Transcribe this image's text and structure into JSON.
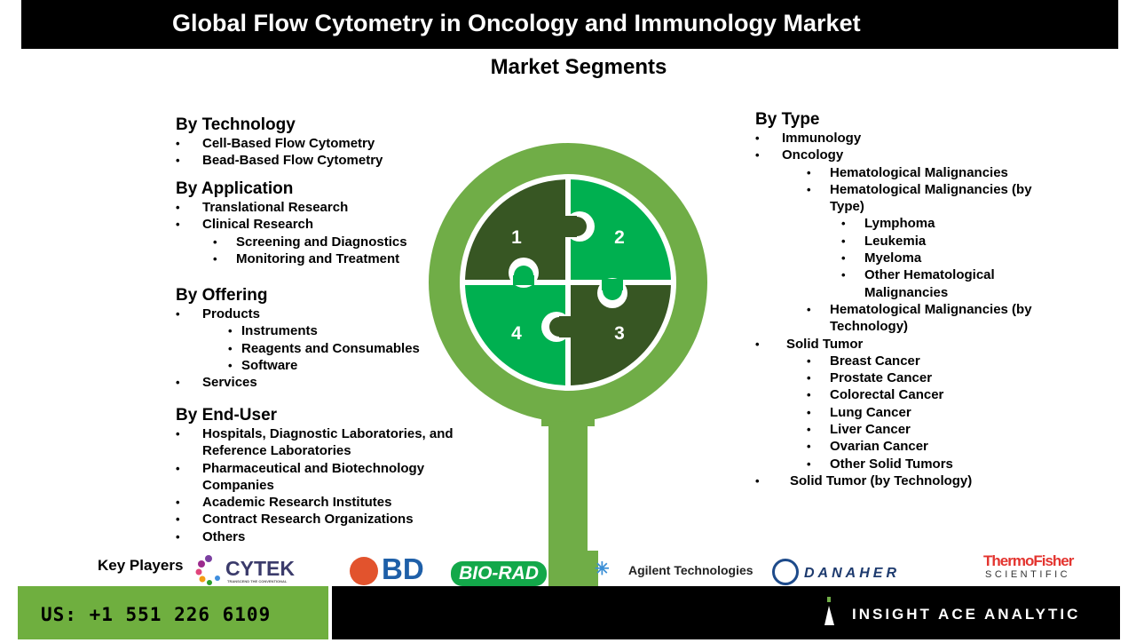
{
  "title": "Global Flow Cytometry in Oncology and Immunology Market",
  "subtitle": "Market Segments",
  "left_sections": [
    {
      "heading": "By Technology",
      "items": [
        {
          "l": 0,
          "t": "Cell-Based Flow Cytometry"
        },
        {
          "l": 0,
          "t": "Bead-Based Flow Cytometry"
        }
      ]
    },
    {
      "heading": "By Application",
      "items": [
        {
          "l": 0,
          "t": "Translational Research"
        },
        {
          "l": 0,
          "t": "Clinical Research"
        },
        {
          "l": 1,
          "t": "Screening and Diagnostics"
        },
        {
          "l": 1,
          "t": "Monitoring and Treatment"
        }
      ]
    },
    {
      "heading": "By Offering",
      "items": [
        {
          "l": 0,
          "t": "Products"
        },
        {
          "l": 2,
          "t": "Instruments"
        },
        {
          "l": 2,
          "t": "Reagents and Consumables"
        },
        {
          "l": 2,
          "t": "Software"
        },
        {
          "l": 0,
          "t": "Services"
        }
      ]
    },
    {
      "heading": "By End-User",
      "items": [
        {
          "l": 0,
          "t": "Hospitals, Diagnostic Laboratories, and Reference Laboratories"
        },
        {
          "l": 0,
          "t": "Pharmaceutical and Biotechnology Companies"
        },
        {
          "l": 0,
          "t": "Academic Research Institutes"
        },
        {
          "l": 0,
          "t": "Contract Research Organizations"
        },
        {
          "l": 0,
          "t": "Others"
        }
      ]
    }
  ],
  "right_section": {
    "heading": "By Type",
    "items": [
      {
        "l": 0,
        "t": "Immunology"
      },
      {
        "l": 0,
        "t": "Oncology"
      },
      {
        "l": 1,
        "t": "Hematological Malignancies"
      },
      {
        "l": 1,
        "t": "Hematological Malignancies (by Type)"
      },
      {
        "l": 2,
        "t": "Lymphoma"
      },
      {
        "l": 2,
        "t": "Leukemia"
      },
      {
        "l": 2,
        "t": "Myeloma"
      },
      {
        "l": 2,
        "t": "Other Hematological Malignancies"
      },
      {
        "l": 1,
        "t": "Hematological Malignancies (by Technology)"
      },
      {
        "l": "0b",
        "t": "Solid Tumor"
      },
      {
        "l": 1,
        "t": "Breast Cancer"
      },
      {
        "l": 1,
        "t": "Prostate Cancer"
      },
      {
        "l": 1,
        "t": "Colorectal Cancer"
      },
      {
        "l": 1,
        "t": "Lung Cancer"
      },
      {
        "l": 1,
        "t": "Liver Cancer"
      },
      {
        "l": 1,
        "t": "Ovarian Cancer"
      },
      {
        "l": 1,
        "t": "Other Solid Tumors"
      },
      {
        "l": "0c",
        "t": "Solid Tumor (by Technology)"
      }
    ]
  },
  "puzzle": {
    "pieces": [
      "1",
      "2",
      "3",
      "4"
    ],
    "colors": {
      "ring": "#70ad47",
      "dark": "#375623",
      "light": "#00b050"
    }
  },
  "key_players": {
    "label": "Key Players",
    "logos": {
      "cytek": "CYTEK",
      "cytek_tag": "TRANSCEND THE CONVENTIONAL",
      "bd": "BD",
      "biorad": "BIO-RAD",
      "agilent": "Agilent Technologies",
      "danaher": "DANAHER",
      "thermo1": "ThermoFisher",
      "thermo2": "SCIENTIFIC"
    }
  },
  "footer": {
    "phone": "US: +1 551 226 6109",
    "brand": "INSIGHT ACE ANALYTIC"
  }
}
